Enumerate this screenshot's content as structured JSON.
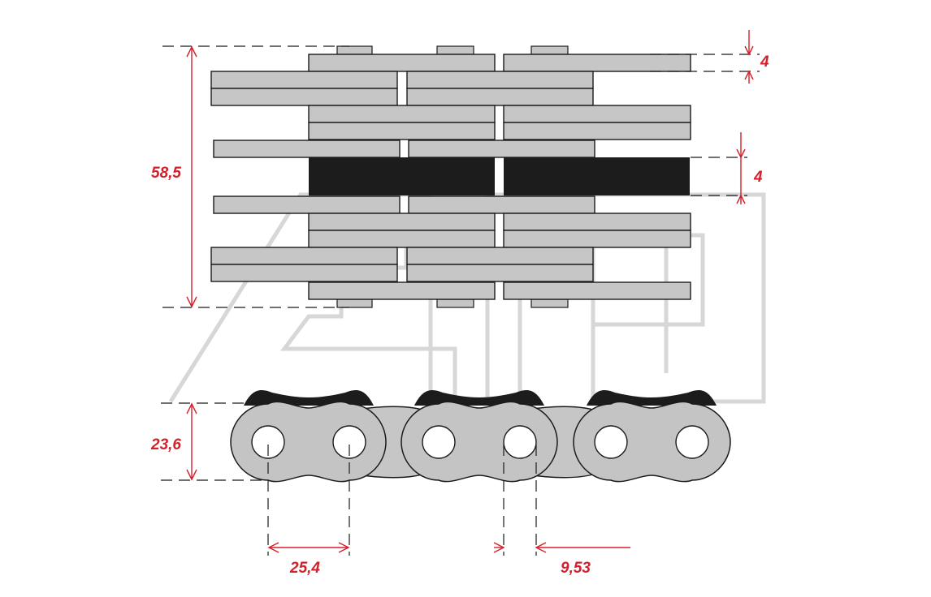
{
  "dimensions": {
    "overall_width": "58,5",
    "plate_thickness": "4",
    "roller_width": "4",
    "chain_height": "23,6",
    "pitch": "25,4",
    "roller_diameter": "9,53"
  },
  "colors": {
    "plate": "#c6c6c6",
    "roller": "#1c1c1c",
    "dimension": "#d51f2a",
    "watermark": "#d7d7d7"
  }
}
